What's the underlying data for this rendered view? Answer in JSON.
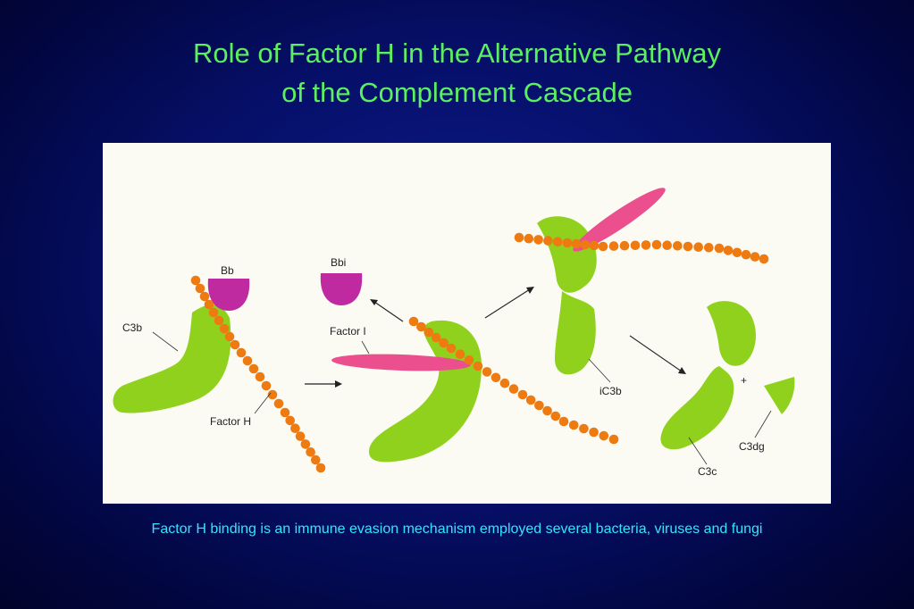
{
  "title": {
    "line1": "Role of Factor H in the Alternative Pathway",
    "line2": "of the Complement Cascade"
  },
  "diagram": {
    "labels": {
      "bb": "Bb",
      "bbi": "Bbi",
      "c3b": "C3b",
      "factor_h": "Factor H",
      "factor_i": "Factor I",
      "ic3b": "iC3b",
      "plus": "+",
      "c3dg": "C3dg",
      "c3c": "C3c"
    },
    "colors": {
      "c3_green": "#8fd11c",
      "bb_magenta": "#c02aa0",
      "factor_i_pink": "#ec4f8e",
      "factor_h_orange": "#ee7a12",
      "panel": "#fbfaf3"
    }
  },
  "caption": "Factor H binding is an immune evasion mechanism employed several bacteria, viruses and fungi"
}
